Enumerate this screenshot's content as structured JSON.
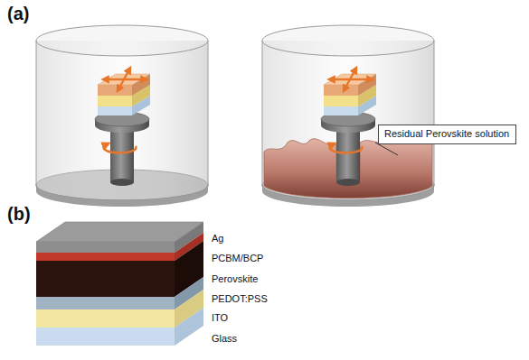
{
  "diagram": {
    "nodes": [
      {
        "text": [
          "Residual Perovskite solution"
        ]
      }
    ],
    "labels": [
      "(a)",
      "(b)",
      "Ag",
      "PCBM/BCP",
      "Perovskite",
      "PEDOT:PSS",
      "ITO",
      "Glass"
    ]
  }
}
